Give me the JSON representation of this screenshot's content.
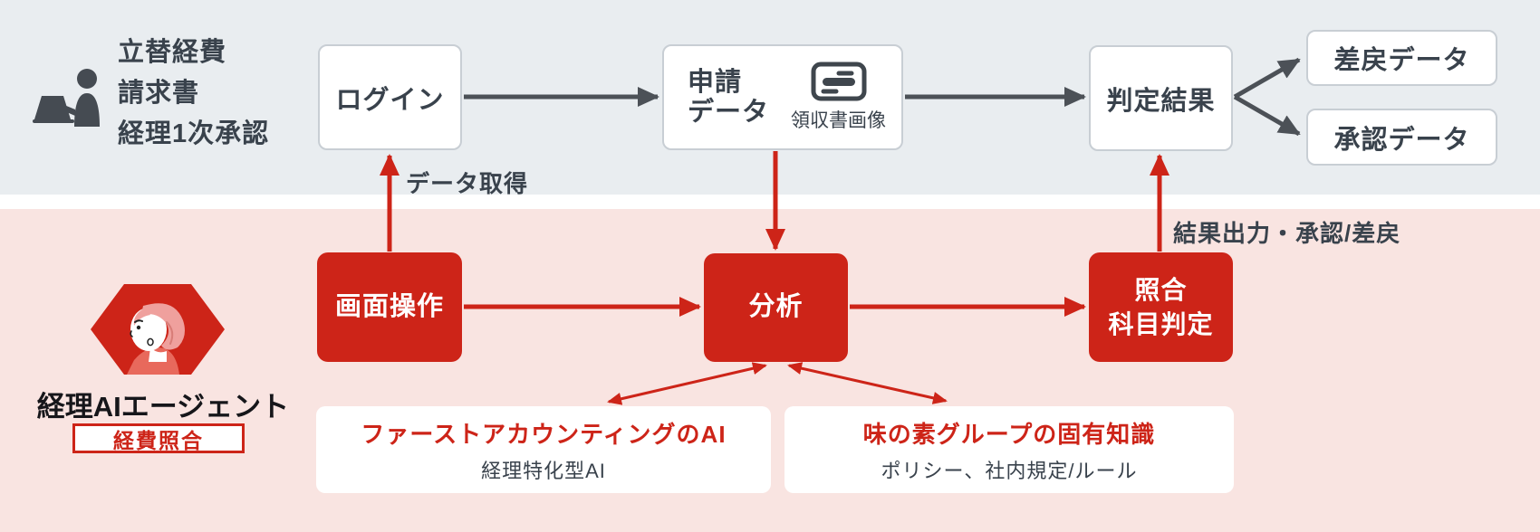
{
  "colors": {
    "accent_red": "#cd2418",
    "dark_text": "#39424c",
    "arrow_dark": "#4c5157",
    "gray_band_bg": "#e9edf0",
    "pink_band_bg": "#f9e4e1",
    "node_border": "#c8ced4"
  },
  "top_lane": {
    "actor_icon": "person-at-laptop-icon",
    "actor_label_lines": [
      "立替経費",
      "請求書",
      "経理1次承認"
    ],
    "login": "ログイン",
    "application_line1": "申請",
    "application_line2": "データ",
    "receipt_icon": "receipt-image-icon",
    "receipt_caption": "領収書画像",
    "result": "判定結果",
    "returned": "差戻データ",
    "approved": "承認データ"
  },
  "agent_lane": {
    "agent_avatar_icon": "ai-agent-avatar-hexagon-icon",
    "agent_title": "経理AIエージェント",
    "agent_badge": "経費照合",
    "screen_op": "画面操作",
    "analysis": "分析",
    "matching_line1": "照合",
    "matching_line2": "科目判定",
    "knowledge": [
      {
        "title": "ファーストアカウンティングのAI",
        "subtitle": "経理特化型AI"
      },
      {
        "title": "味の素グループの固有知識",
        "subtitle": "ポリシー、社内規定/ルール"
      }
    ]
  },
  "flow_labels": {
    "data_fetch": "データ取得",
    "result_output": "結果出力・承認/差戻"
  }
}
